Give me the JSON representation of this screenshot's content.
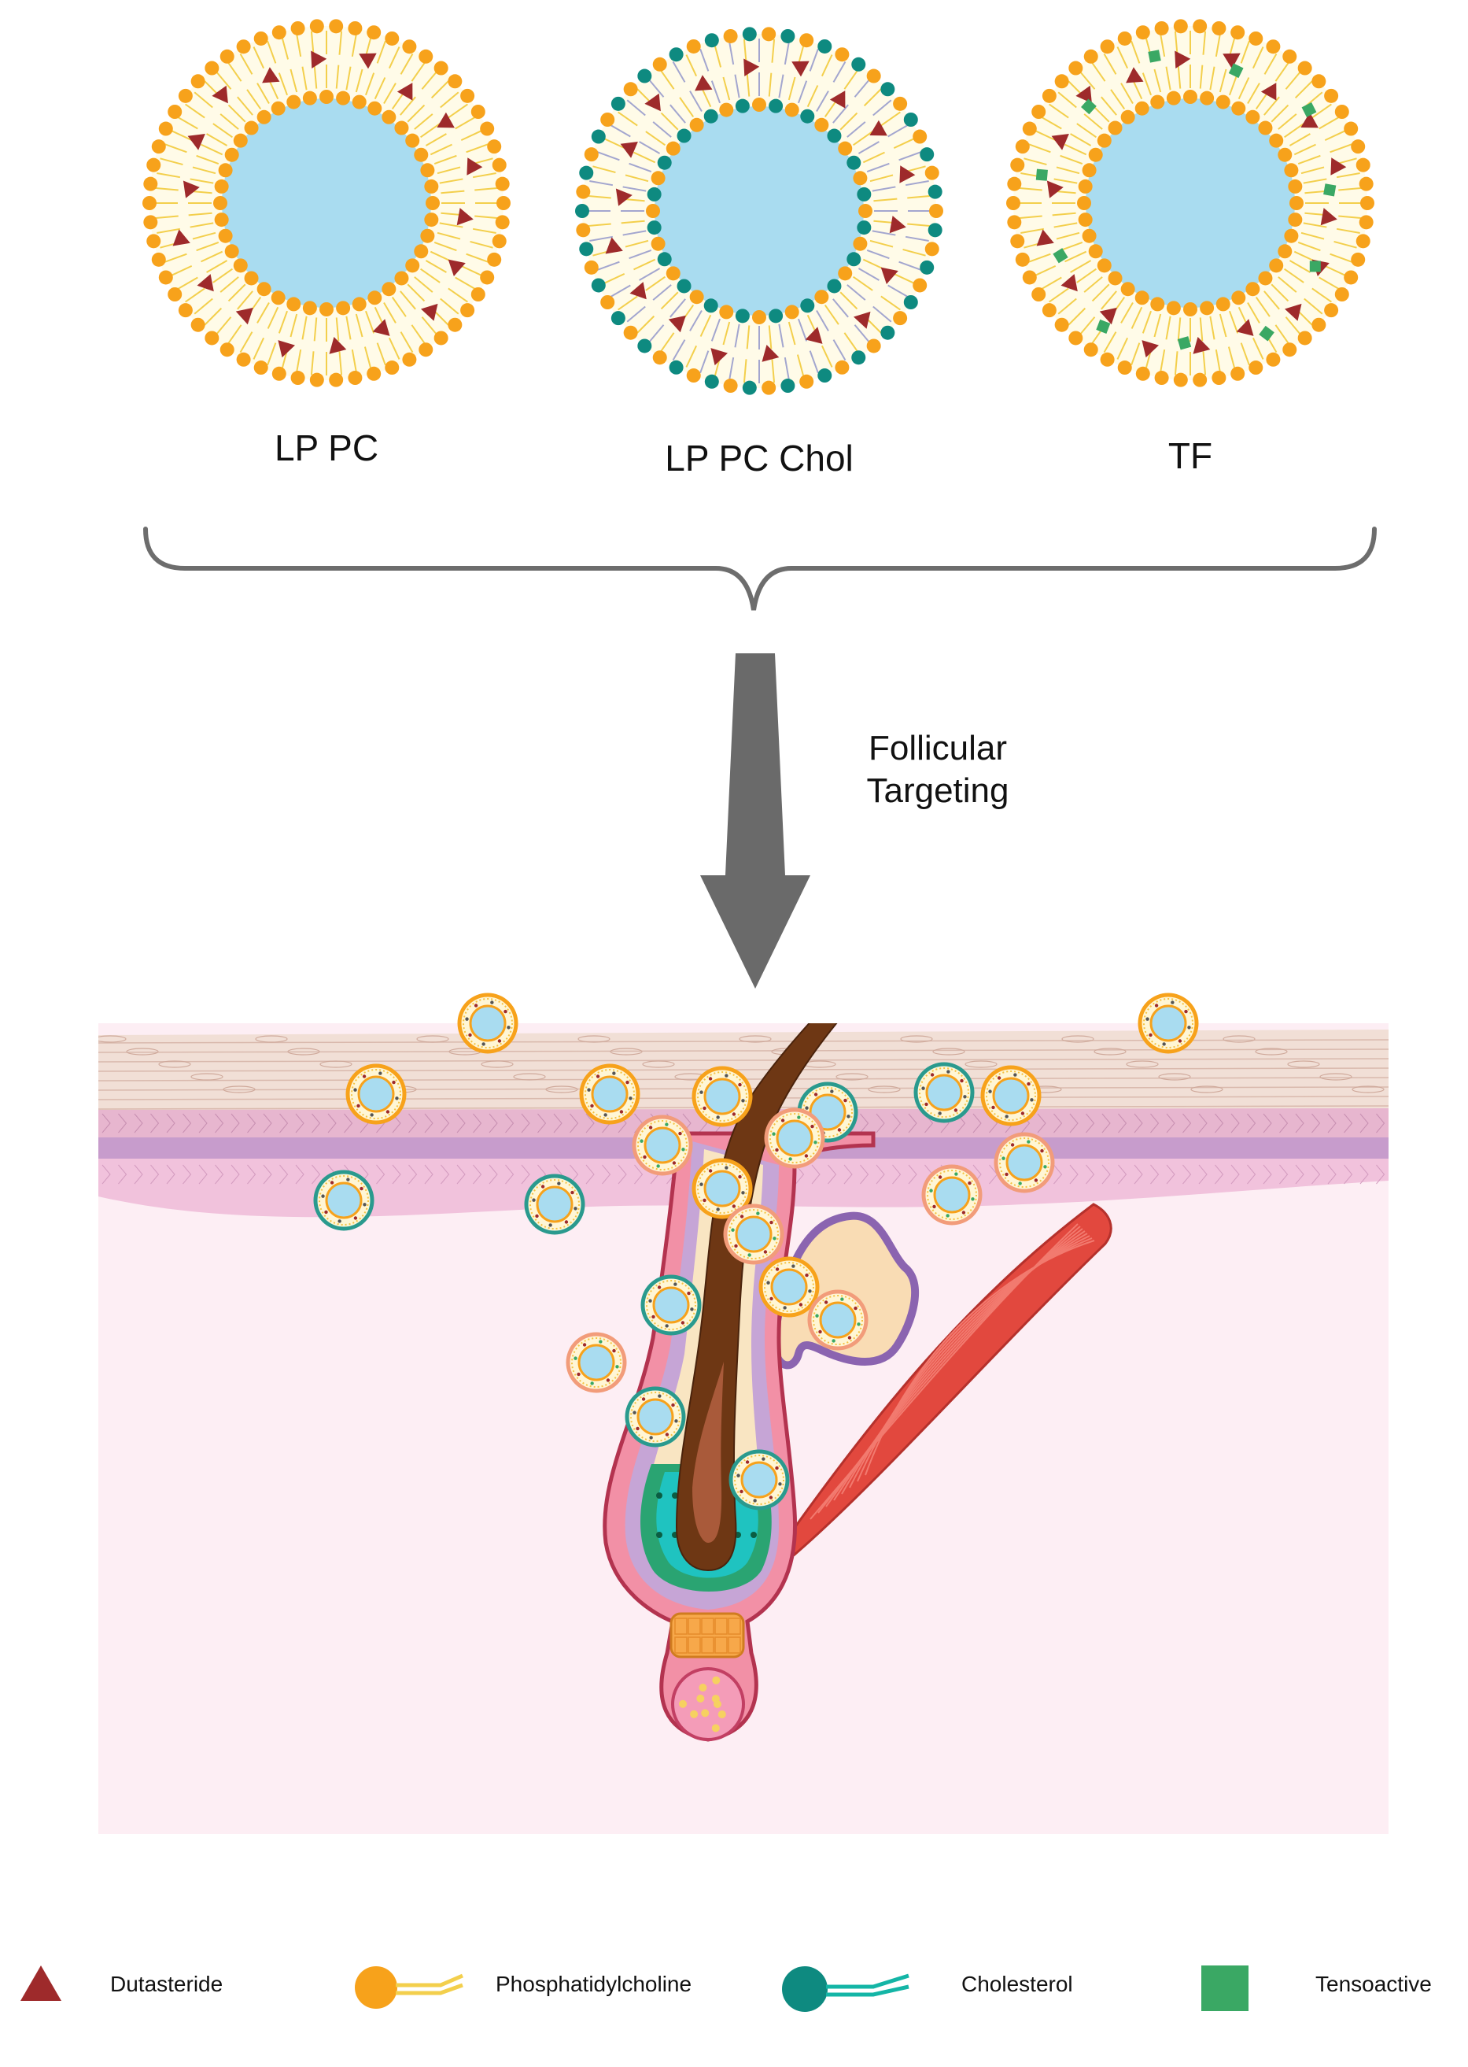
{
  "vesicles": [
    {
      "label": "LP PC",
      "type": "lp-pc"
    },
    {
      "label": "LP PC Chol",
      "type": "lp-pc-chol"
    },
    {
      "label": "TF",
      "type": "tf"
    }
  ],
  "arrow": {
    "label_line1": "Follicular",
    "label_line2": "Targeting"
  },
  "legend": [
    {
      "label": "Dutasteride",
      "icon": "triangle-icon",
      "color": "#9e2a2b"
    },
    {
      "label": "Phosphatidylcholine",
      "icon": "lipid-icon",
      "color": "#f7a21b"
    },
    {
      "label": "Cholesterol",
      "icon": "lipid-icon",
      "color": "#0e8a80"
    },
    {
      "label": "Tensoactive",
      "icon": "square-icon",
      "color": "#3aa864"
    }
  ],
  "colors": {
    "headgroup": "#f7a21b",
    "tail": "#f3cf4c",
    "cholesterol": "#0e8a80",
    "core": "#a9dcf0",
    "drug": "#9e2a2b",
    "tensoactive": "#3aa864",
    "hair": "#6e3714",
    "muscle": "#e2483e",
    "dermis": "#fdeef4"
  }
}
